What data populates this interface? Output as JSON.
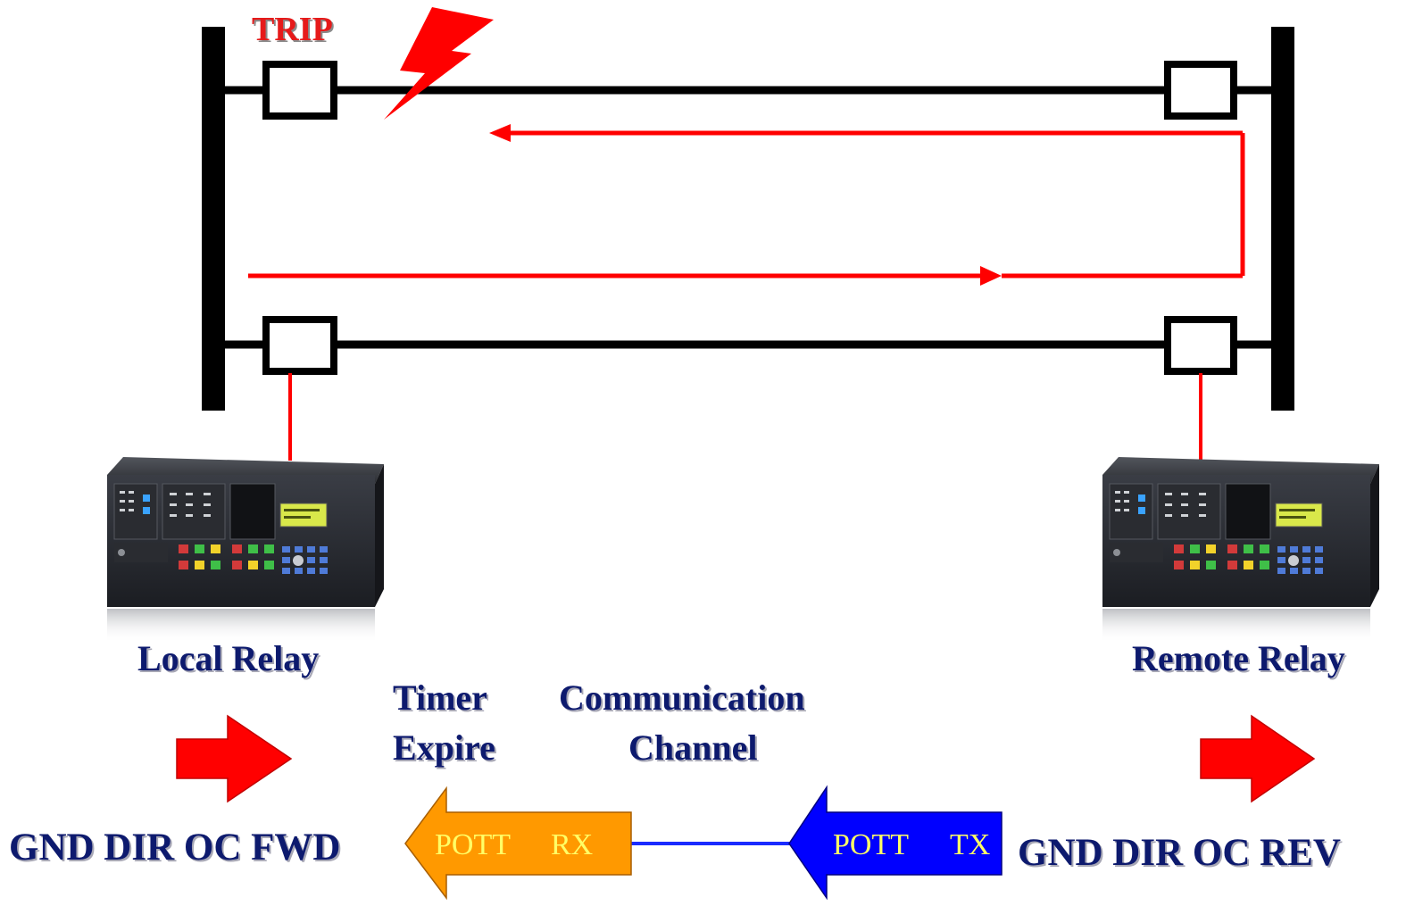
{
  "trip_label": "TRIP",
  "local_relay": {
    "label": "Local Relay",
    "status": "GND DIR OC FWD"
  },
  "remote_relay": {
    "label": "Remote Relay",
    "status": "GND DIR OC REV"
  },
  "timer": {
    "line1": "Timer",
    "line2": "Expire"
  },
  "channel": {
    "line1": "Communication",
    "line2": "Channel"
  },
  "pott_rx": {
    "word1": "POTT",
    "word2": "RX",
    "fill": "#ff9900",
    "text_color": "#ffff66"
  },
  "pott_tx": {
    "word1": "POTT",
    "word2": "TX",
    "fill": "#0000ff",
    "text_color": "#ffff66"
  },
  "colors": {
    "bus": "#000000",
    "fault_current": "#ff0000",
    "relay_link": "#ff0000",
    "channel_line": "#1a2bff",
    "label_text": "#0d1a6e"
  },
  "icons": [
    "lightning-bolt-icon",
    "breaker-icon",
    "relay-device-icon",
    "red-arrow-icon"
  ]
}
